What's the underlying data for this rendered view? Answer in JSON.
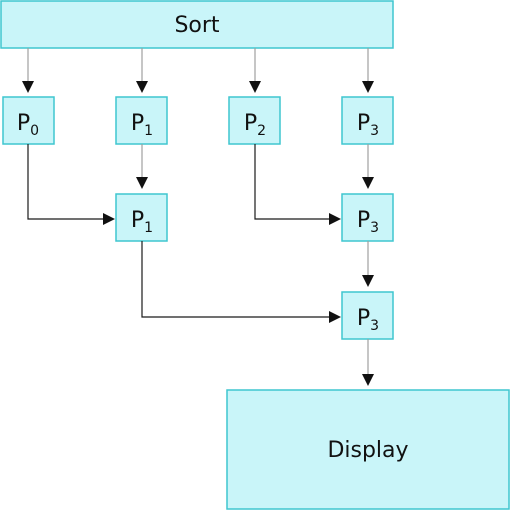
{
  "diagram": {
    "top_label": "Sort",
    "bottom_label": "Display",
    "nodes": [
      {
        "id": "p0-top",
        "letter": "P",
        "sub": "0"
      },
      {
        "id": "p1-top",
        "letter": "P",
        "sub": "1"
      },
      {
        "id": "p2-top",
        "letter": "P",
        "sub": "2"
      },
      {
        "id": "p3-top",
        "letter": "P",
        "sub": "3"
      },
      {
        "id": "p1-mid",
        "letter": "P",
        "sub": "1"
      },
      {
        "id": "p3-mid",
        "letter": "P",
        "sub": "3"
      },
      {
        "id": "p3-low",
        "letter": "P",
        "sub": "3"
      }
    ]
  },
  "colors": {
    "box_fill": "#c9f5f9",
    "box_stroke": "#3fc6cf",
    "feed_line": "#a0a0a0",
    "merge_line": "#1a1a1a"
  }
}
